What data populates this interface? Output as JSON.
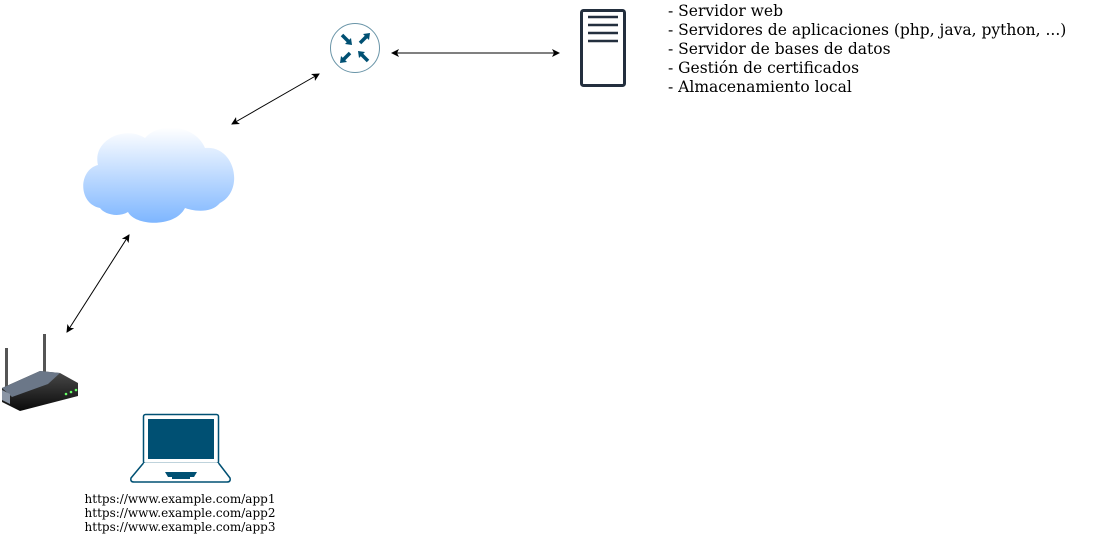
{
  "server_services": [
    "- Servidor web",
    "- Servidores de aplicaciones (php, java, python, ...)",
    "- Servidor de bases de datos",
    "- Gestión de certificados",
    "- Almacenamiento local"
  ],
  "client_urls": [
    "https://www.example.com/app1",
    "https://www.example.com/app2",
    "https://www.example.com/app3"
  ],
  "colors": {
    "cisco_blue": "#005073",
    "server_stroke": "#232f3e",
    "cloud_top": "#ffffff",
    "cloud_bottom": "#7eb6ff"
  },
  "icons": [
    "internet-cloud-icon",
    "router-icon",
    "server-icon",
    "wireless-router-icon",
    "laptop-icon"
  ]
}
